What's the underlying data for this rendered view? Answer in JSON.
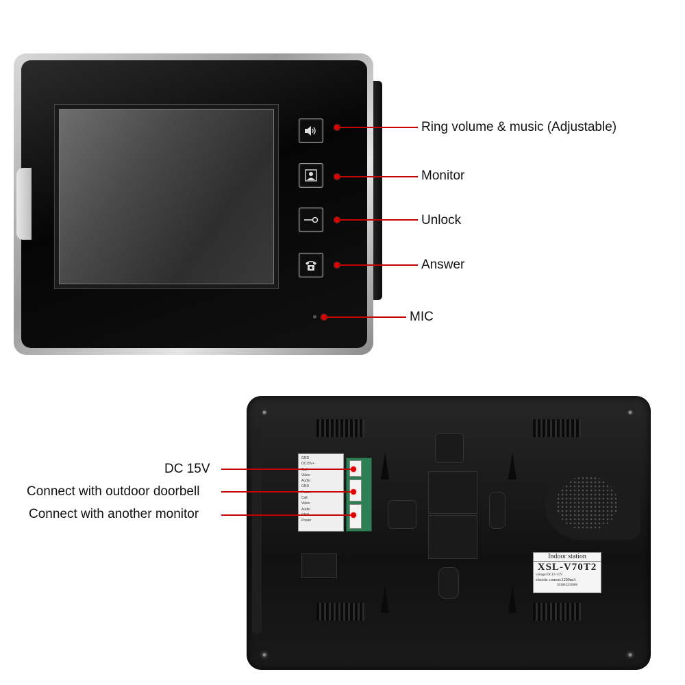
{
  "front_labels": {
    "ring_volume": "Ring volume & music (Adjustable)",
    "monitor": "Monitor",
    "unlock": "Unlock",
    "answer": "Answer",
    "mic": "MIC"
  },
  "back_labels": {
    "dc": "DC 15V",
    "outdoor": "Connect with outdoor doorbell",
    "another": "Connect with another monitor"
  },
  "sticker": {
    "title": "Indoor station",
    "model": "XSL-V70T2",
    "voltage": "voltage:DC12~15V",
    "current": "electric current:1200mA",
    "serial": "201801233606"
  },
  "terminal": {
    "row1": "GND",
    "row2": "DC15V+",
    "row3": "Call",
    "row4": "Video",
    "row5": "Audio",
    "row6": "GND",
    "row7": "Power",
    "row8": "Call",
    "row9": "Video",
    "row10": "Audio",
    "row11": "GND",
    "row12": "Power"
  },
  "colors": {
    "accent_line": "#c40000",
    "dot": "#e00000"
  },
  "icons": [
    "speaker-icon",
    "monitor-person-icon",
    "key-icon",
    "phone-icon"
  ]
}
